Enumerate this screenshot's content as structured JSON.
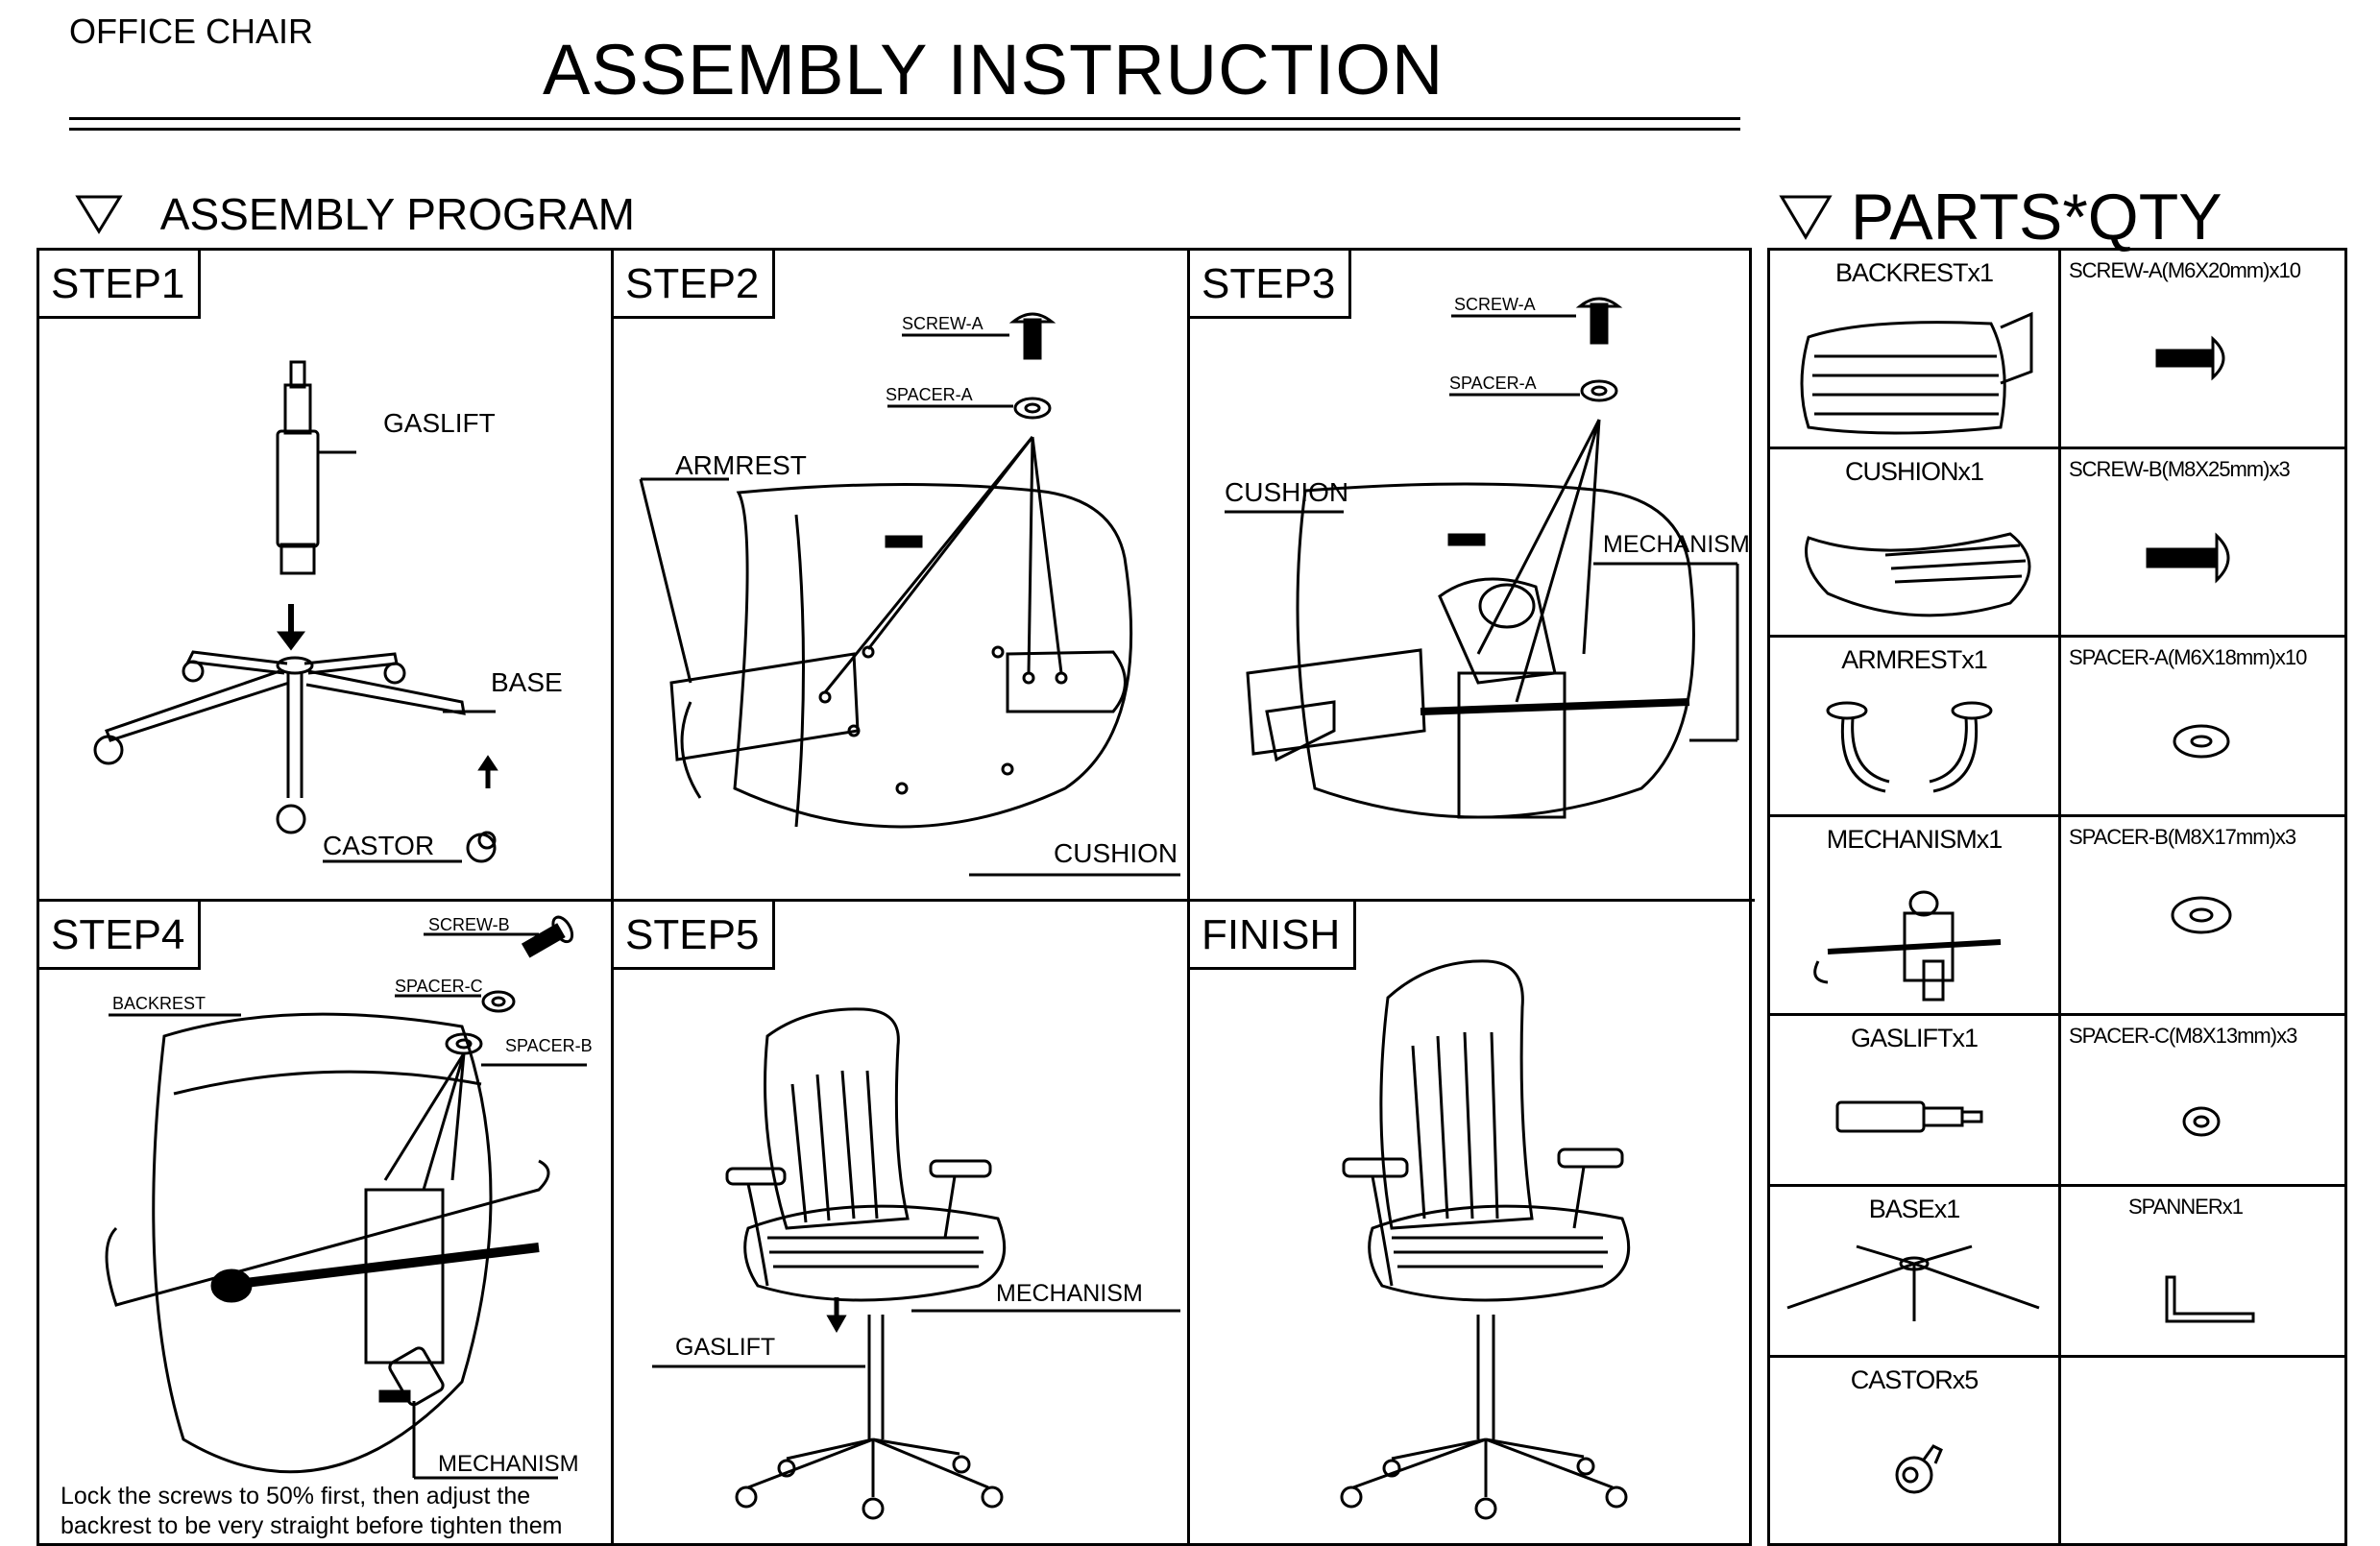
{
  "header": {
    "doc_label": "OFFICE CHAIR",
    "title": "ASSEMBLY INSTRUCTION"
  },
  "program": {
    "title": "ASSEMBLY PROGRAM",
    "steps": [
      {
        "tag": "STEP1",
        "labels": [
          "GASLIFT",
          "BASE",
          "CASTOR"
        ]
      },
      {
        "tag": "STEP2",
        "labels": [
          "SCREW-A",
          "SPACER-A",
          "ARMREST",
          "CUSHION"
        ]
      },
      {
        "tag": "STEP3",
        "labels": [
          "SCREW-A",
          "SPACER-A",
          "CUSHION",
          "MECHANISM"
        ]
      },
      {
        "tag": "STEP4",
        "labels": [
          "SCREW-B",
          "SPACER-C",
          "SPACER-B",
          "BACKREST",
          "MECHANISM"
        ],
        "note": "Lock the screws to 50% first, then adjust the backrest to be very straight before tighten them"
      },
      {
        "tag": "STEP5",
        "labels": [
          "MECHANISM",
          "GASLIFT"
        ]
      },
      {
        "tag": "FINISH",
        "labels": []
      }
    ]
  },
  "parts": {
    "title": "PARTS*QTY",
    "items": [
      {
        "name": "BACKREST",
        "qty": "x1"
      },
      {
        "name": "SCREW-A(M6X20mm)",
        "qty": "x10"
      },
      {
        "name": "CUSHION",
        "qty": "x1"
      },
      {
        "name": "SCREW-B(M8X25mm)",
        "qty": "x3"
      },
      {
        "name": "ARMREST",
        "qty": "x1"
      },
      {
        "name": "SPACER-A(M6X18mm)",
        "qty": "x10"
      },
      {
        "name": "MECHANISM",
        "qty": "x1"
      },
      {
        "name": "SPACER-B(M8X17mm)",
        "qty": "x3"
      },
      {
        "name": "GASLIFT",
        "qty": "x1"
      },
      {
        "name": "SPACER-C(M8X13mm)",
        "qty": "x3"
      },
      {
        "name": "BASE",
        "qty": "x1"
      },
      {
        "name": "SPANNER",
        "qty": "x1"
      },
      {
        "name": "CASTOR",
        "qty": "x5"
      }
    ]
  }
}
